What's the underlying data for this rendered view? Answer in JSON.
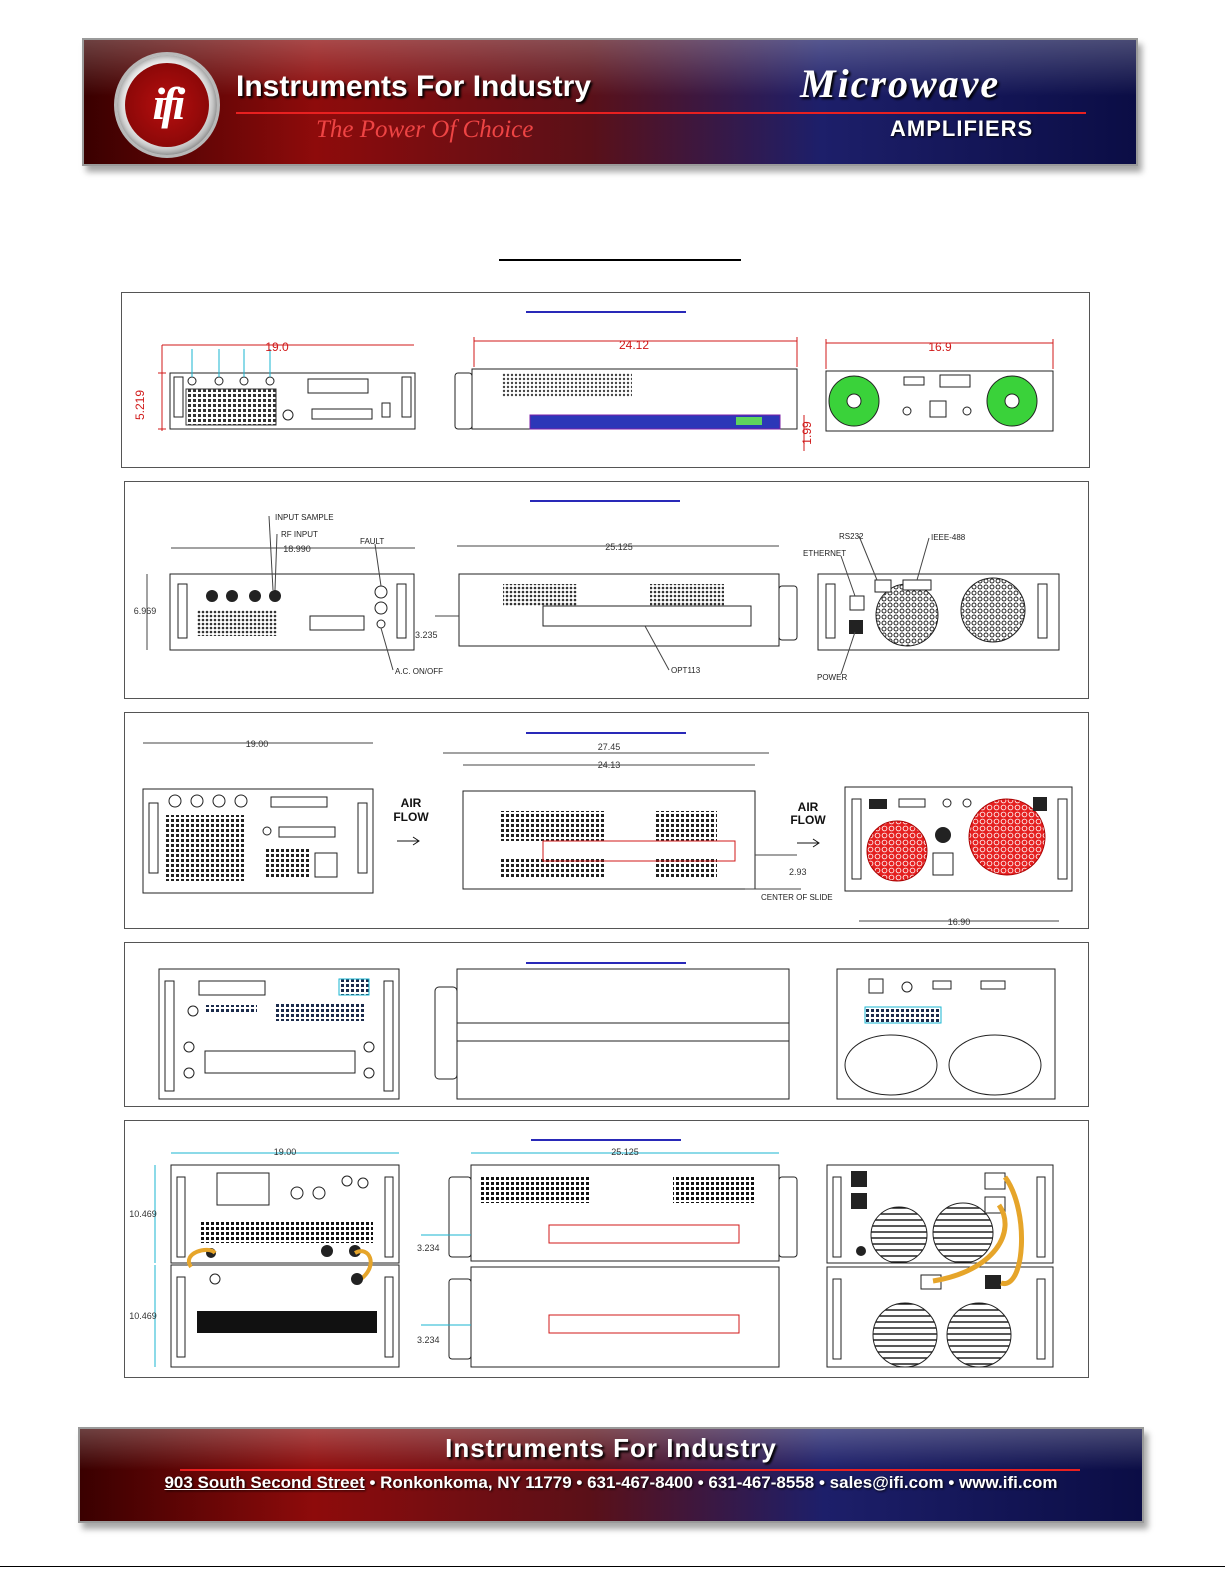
{
  "header": {
    "logo_text": "ifi",
    "company": "Instruments For Industry",
    "tagline": "The Power Of Choice",
    "product_line_1": "Microwave",
    "product_line_2": "AMPLIFIERS"
  },
  "panels": [
    {
      "dims": {
        "front_width": "19.0",
        "front_height": "5.219",
        "side_depth": "24.12",
        "side_slide": "1.99",
        "rear_width": "16.9"
      }
    },
    {
      "labels": {
        "input_sample": "INPUT SAMPLE",
        "rf_input": "RF INPUT",
        "fault": "FAULT",
        "ac_onoff": "A.C. ON/OFF",
        "option": "OPT113",
        "rs232": "RS232",
        "ieee": "IEEE-488",
        "ethernet": "ETHERNET",
        "power": "POWER"
      },
      "dims": {
        "front_width": "18.990",
        "front_height": "6.969",
        "side_depth": "25.125",
        "side_slide": "3.235"
      }
    },
    {
      "labels": {
        "air_flow_1": "AIR",
        "air_flow_2": "FLOW",
        "center_of_slide": "CENTER OF SLIDE"
      },
      "dims": {
        "front_width": "19.00",
        "side_overall": "27.45",
        "side_depth": "24.13",
        "side_slide": "2.93",
        "rear_width": "16.90"
      }
    },
    {
      "dims": {}
    },
    {
      "dims": {
        "front_width": "19.00",
        "side_depth": "25.125",
        "upper_height": "10.469",
        "lower_height": "10.469",
        "side_slide_1": "3.234",
        "side_slide_2": "3.234"
      }
    }
  ],
  "footer": {
    "company": "Instruments For Industry",
    "address": "903 South Second Street",
    "city": "Ronkonkoma, NY 11779",
    "phone": "631-467-8400",
    "fax": "631-467-8558",
    "email": "sales@ifi.com",
    "web": "www.ifi.com",
    "separator": "•"
  }
}
